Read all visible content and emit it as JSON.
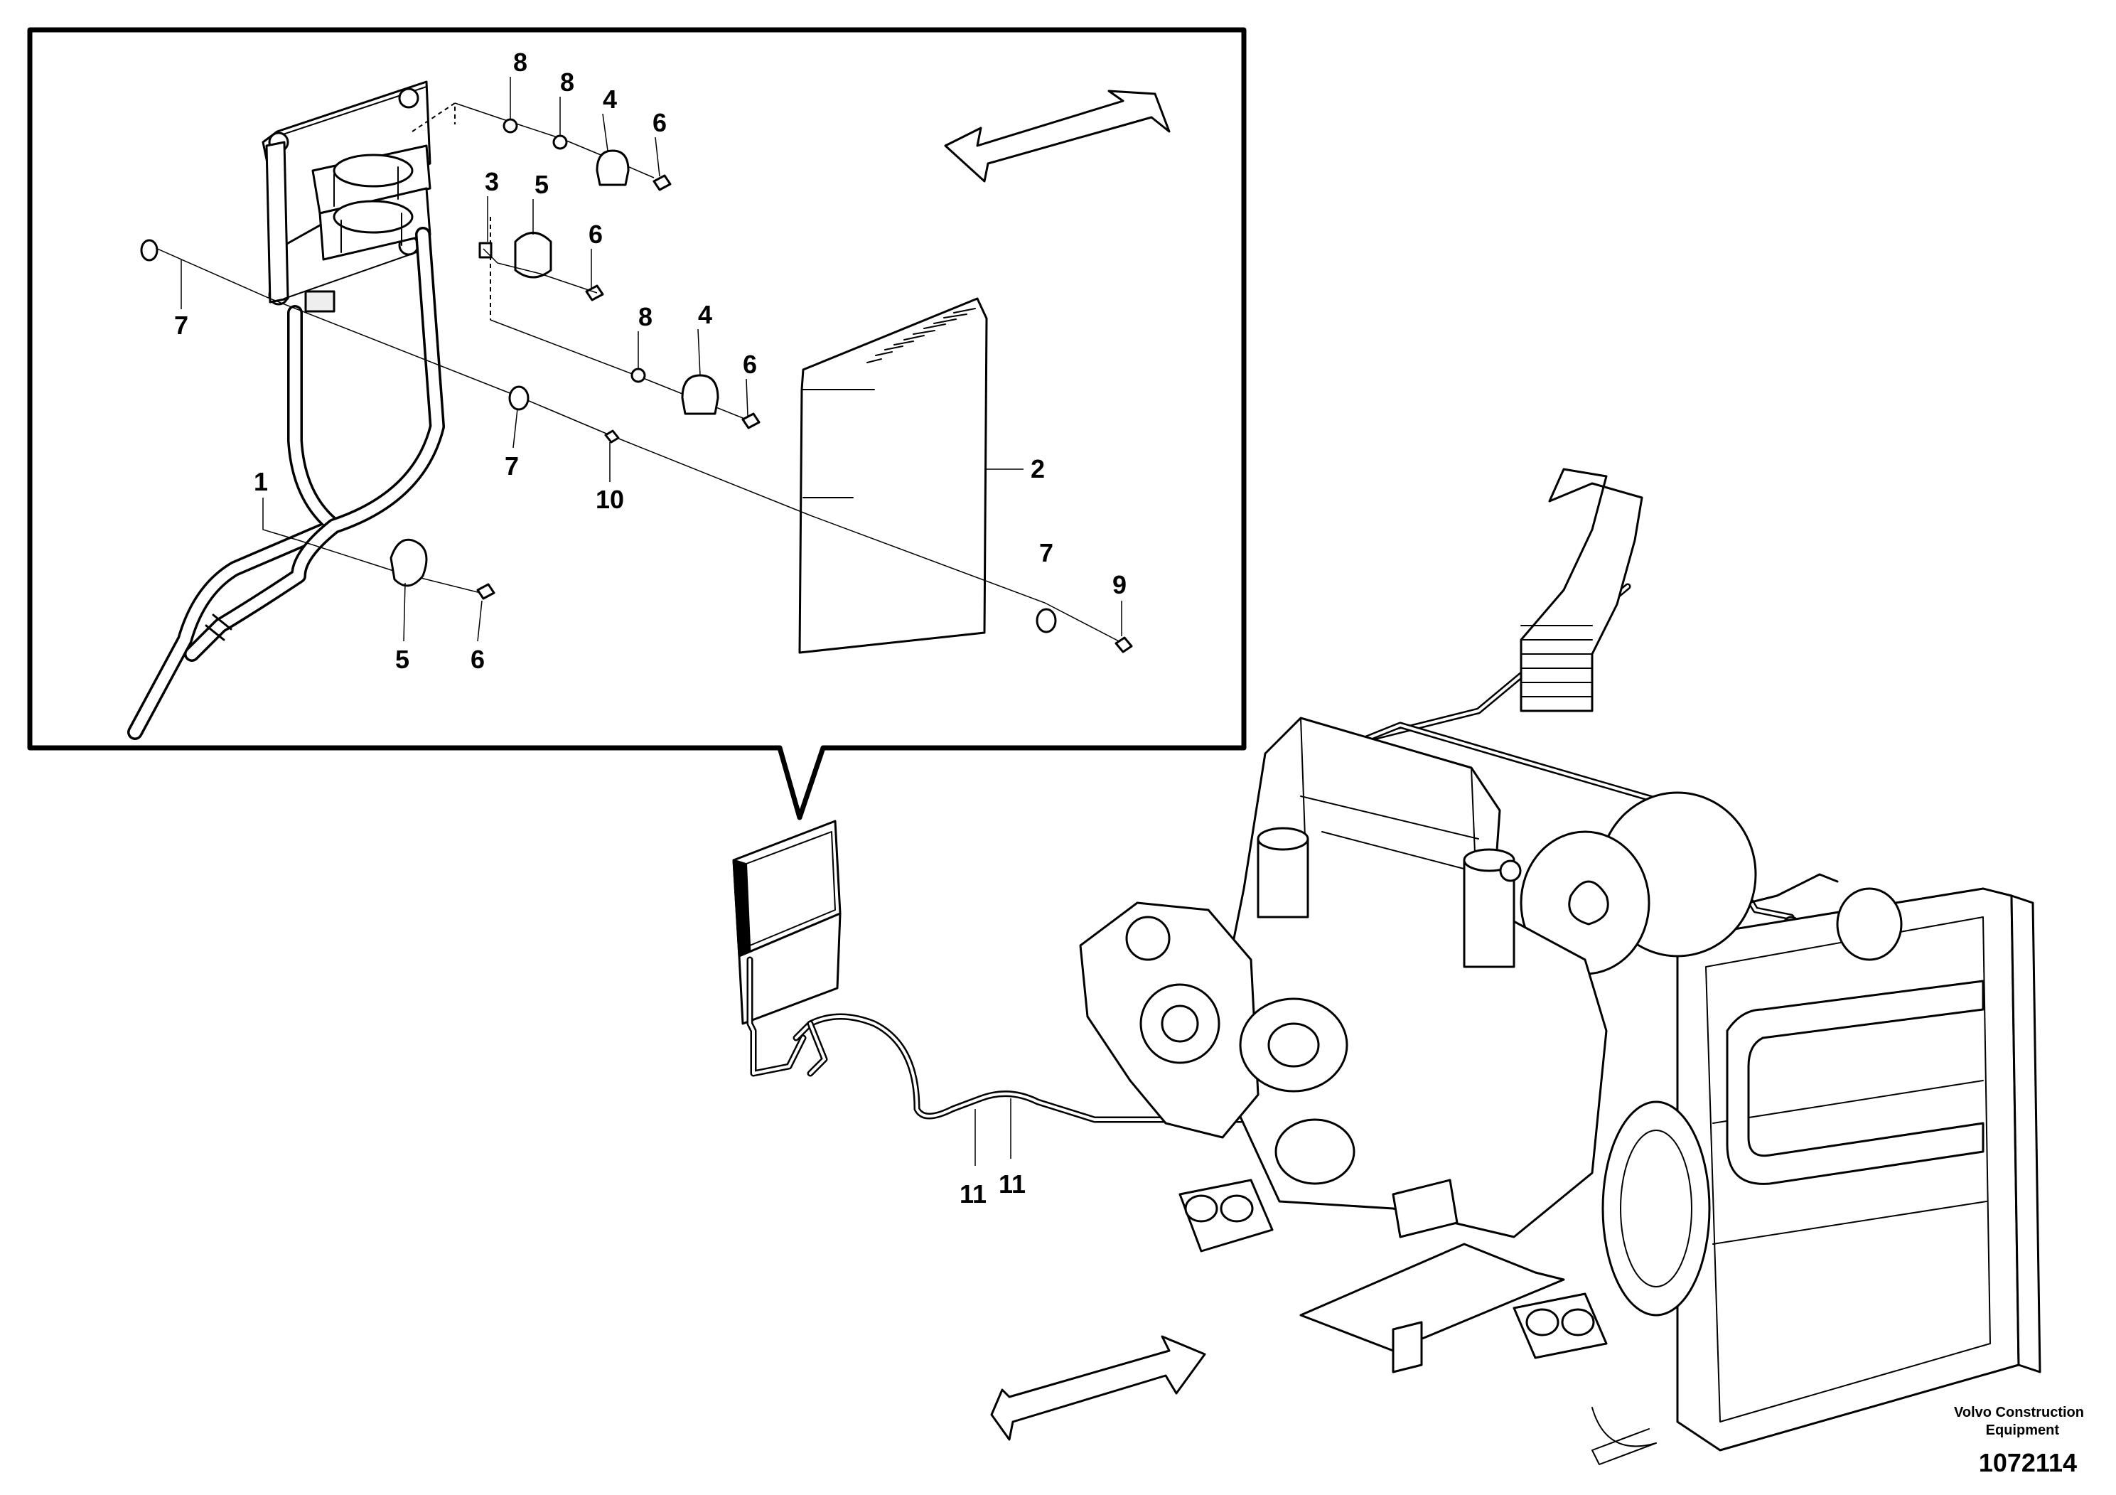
{
  "callouts": {
    "c1": "1",
    "c2": "2",
    "c3": "3",
    "c4a": "4",
    "c4b": "4",
    "c5a": "5",
    "c5b": "5",
    "c6a": "6",
    "c6b": "6",
    "c6c": "6",
    "c6d": "6",
    "c7a": "7",
    "c7b": "7",
    "c7c": "7",
    "c8a": "8",
    "c8b": "8",
    "c8c": "8",
    "c9": "9",
    "c10": "10",
    "c11a": "11",
    "c11b": "11"
  },
  "footer": {
    "brand_line1": "Volvo Construction",
    "brand_line2": "Equipment",
    "drawing_number": "1072114"
  },
  "colors": {
    "ink": "#000000",
    "paper": "#ffffff"
  }
}
